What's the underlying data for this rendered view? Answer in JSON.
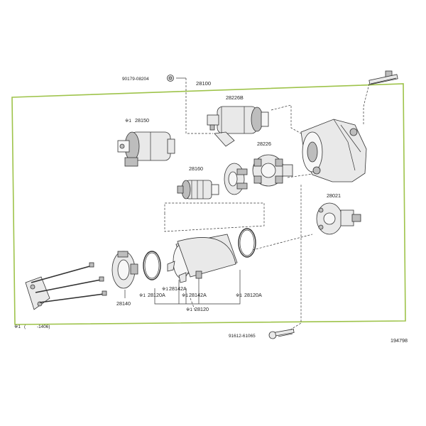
{
  "labels": {
    "bolt_top_left": "90179-08204",
    "assembly": "28100",
    "magnetic_switch": "28226B",
    "solenoid_mark": "※1",
    "solenoid": "28150",
    "brush_holder": "28226",
    "armature_mark": "28160",
    "housing": "28021",
    "end_frame": "28140",
    "oring_left_mark": "※1",
    "oring_left": "28120A",
    "clip_a_mark": "※1",
    "clip_a": "28142A",
    "clip_b_mark": "※1",
    "clip_b": "28142A",
    "oring_right_mark": "※1",
    "oring_right": "28120A",
    "yoke_mark": "※1",
    "yoke": "28120",
    "bolt_bottom": "91612-61065",
    "footnote_mark": "※1",
    "footnote_paren": "(",
    "footnote_range": "-1406)",
    "diagram_number": "194798"
  }
}
